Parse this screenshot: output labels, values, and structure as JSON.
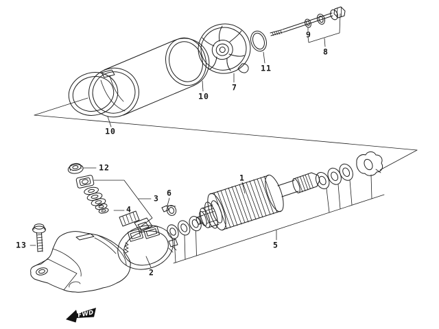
{
  "canvas": {
    "background": "#ffffff",
    "line_color": "#1c1c1c"
  },
  "callouts": [
    {
      "text": "1"
    },
    {
      "text": "2"
    },
    {
      "text": "3"
    },
    {
      "text": "4"
    },
    {
      "text": "5"
    },
    {
      "text": "6"
    },
    {
      "text": "7"
    },
    {
      "text": "8"
    },
    {
      "text": "9"
    },
    {
      "text": "10"
    },
    {
      "text": "10"
    },
    {
      "text": "11"
    },
    {
      "text": "12"
    },
    {
      "text": "13"
    }
  ],
  "direction_marker": {
    "label": "FWD",
    "fill": "#111111",
    "text_color": "#ffffff"
  }
}
